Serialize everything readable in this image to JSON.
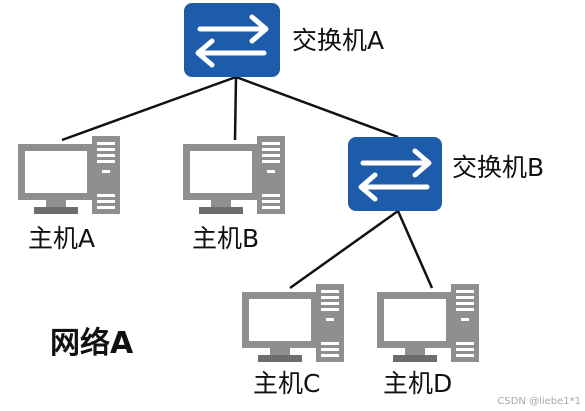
{
  "diagram": {
    "colors": {
      "switch_body": "#1d5cab",
      "switch_arrows": "#ffffff",
      "pc": "#8f8f8f",
      "pc_dark": "#6d6d6d",
      "link": "#111111",
      "label": "#111111"
    },
    "icons": {
      "switch": "network-switch-icon",
      "host": "desktop-computer-icon"
    },
    "nodes": {
      "switch_a": {
        "label": "交换机A"
      },
      "switch_b": {
        "label": "交换机B"
      },
      "host_a": {
        "label": "主机A"
      },
      "host_b": {
        "label": "主机B"
      },
      "host_c": {
        "label": "主机C"
      },
      "host_d": {
        "label": "主机D"
      }
    },
    "links": [
      [
        "switch_a",
        "host_a"
      ],
      [
        "switch_a",
        "host_b"
      ],
      [
        "switch_a",
        "switch_b"
      ],
      [
        "switch_b",
        "host_c"
      ],
      [
        "switch_b",
        "host_d"
      ]
    ],
    "network_label": "网络A"
  },
  "watermark": "CSDN @liebe1*1"
}
